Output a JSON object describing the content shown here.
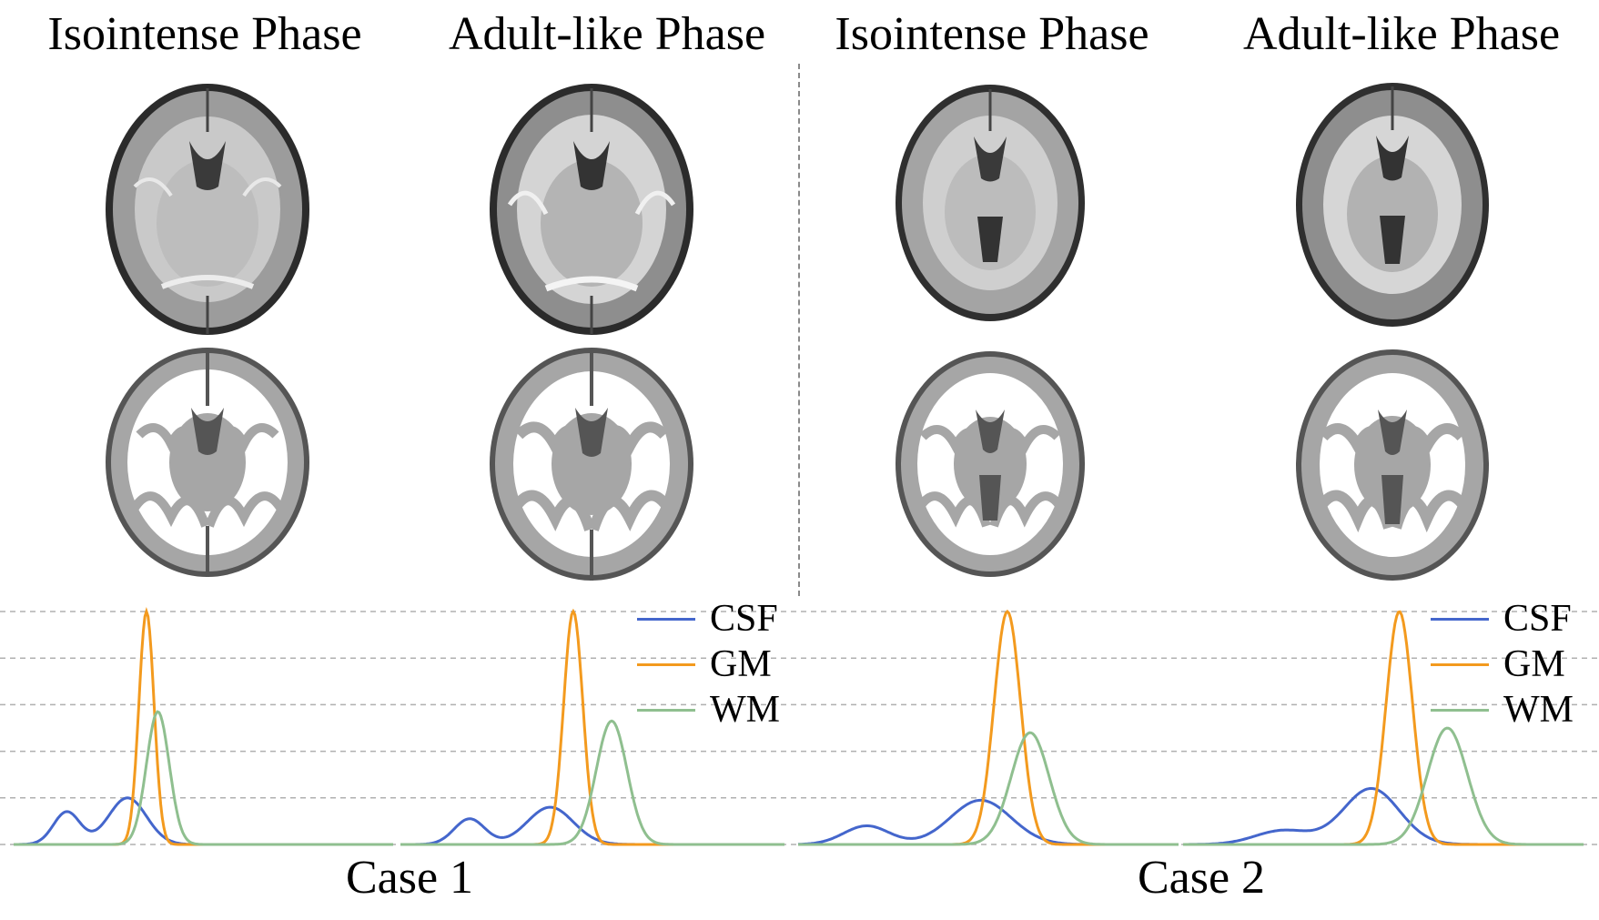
{
  "columns": {
    "c1": "Isointense Phase",
    "c2": "Adult-like Phase",
    "c3": "Isointense Phase",
    "c4": "Adult-like Phase"
  },
  "cases": [
    "Case 1",
    "Case 2"
  ],
  "legend": {
    "csf": "CSF",
    "gm": "GM",
    "wm": "WM"
  },
  "colors": {
    "csf": "#4466cc",
    "gm": "#f39a1e",
    "wm": "#8fbf8f",
    "grid": "#b0b0b0",
    "seg_csf": "#555555",
    "seg_gm": "#a6a6a6",
    "seg_wm": "#ffffff"
  },
  "chart_data": [
    {
      "type": "line",
      "panel": "Case 1 - Isointense Phase",
      "series": [
        {
          "name": "CSF",
          "peaks": [
            {
              "x": 0.14,
              "h": 0.14,
              "w": 0.035
            },
            {
              "x": 0.3,
              "h": 0.2,
              "w": 0.05
            }
          ]
        },
        {
          "name": "GM",
          "peaks": [
            {
              "x": 0.35,
              "h": 1.0,
              "w": 0.02
            }
          ]
        },
        {
          "name": "WM",
          "peaks": [
            {
              "x": 0.38,
              "h": 0.57,
              "w": 0.03
            }
          ]
        }
      ]
    },
    {
      "type": "line",
      "panel": "Case 1 - Adult-like Phase",
      "series": [
        {
          "name": "CSF",
          "peaks": [
            {
              "x": 0.18,
              "h": 0.11,
              "w": 0.04
            },
            {
              "x": 0.39,
              "h": 0.16,
              "w": 0.06
            }
          ]
        },
        {
          "name": "GM",
          "peaks": [
            {
              "x": 0.45,
              "h": 1.0,
              "w": 0.025
            }
          ]
        },
        {
          "name": "WM",
          "peaks": [
            {
              "x": 0.55,
              "h": 0.53,
              "w": 0.04
            }
          ]
        }
      ]
    },
    {
      "type": "line",
      "panel": "Case 2 - Isointense Phase",
      "series": [
        {
          "name": "CSF",
          "peaks": [
            {
              "x": 0.18,
              "h": 0.08,
              "w": 0.06
            },
            {
              "x": 0.48,
              "h": 0.19,
              "w": 0.08
            }
          ]
        },
        {
          "name": "GM",
          "peaks": [
            {
              "x": 0.55,
              "h": 1.0,
              "w": 0.035
            }
          ]
        },
        {
          "name": "WM",
          "peaks": [
            {
              "x": 0.61,
              "h": 0.48,
              "w": 0.05
            }
          ]
        }
      ]
    },
    {
      "type": "line",
      "panel": "Case 2 - Adult-like Phase",
      "series": [
        {
          "name": "CSF",
          "peaks": [
            {
              "x": 0.25,
              "h": 0.06,
              "w": 0.07
            },
            {
              "x": 0.47,
              "h": 0.24,
              "w": 0.07
            }
          ]
        },
        {
          "name": "GM",
          "peaks": [
            {
              "x": 0.54,
              "h": 1.0,
              "w": 0.033
            }
          ]
        },
        {
          "name": "WM",
          "peaks": [
            {
              "x": 0.66,
              "h": 0.5,
              "w": 0.05
            }
          ]
        }
      ]
    }
  ]
}
